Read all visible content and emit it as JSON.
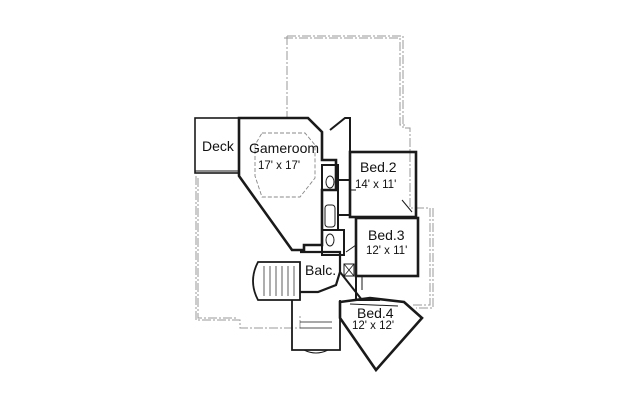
{
  "rooms": {
    "deck": {
      "name": "Deck"
    },
    "gameroom": {
      "name": "Gameroom",
      "size": "17' x 17'"
    },
    "bed2": {
      "name": "Bed.2",
      "size": "14' x 11'"
    },
    "bed3": {
      "name": "Bed.3",
      "size": "12' x 11'"
    },
    "balc": {
      "name": "Balc."
    },
    "bed4": {
      "name": "Bed.4",
      "size": "12' x 12'"
    }
  },
  "colors": {
    "wall": "#1a1a1a",
    "outline": "#9a9a9a",
    "background": "#ffffff"
  }
}
